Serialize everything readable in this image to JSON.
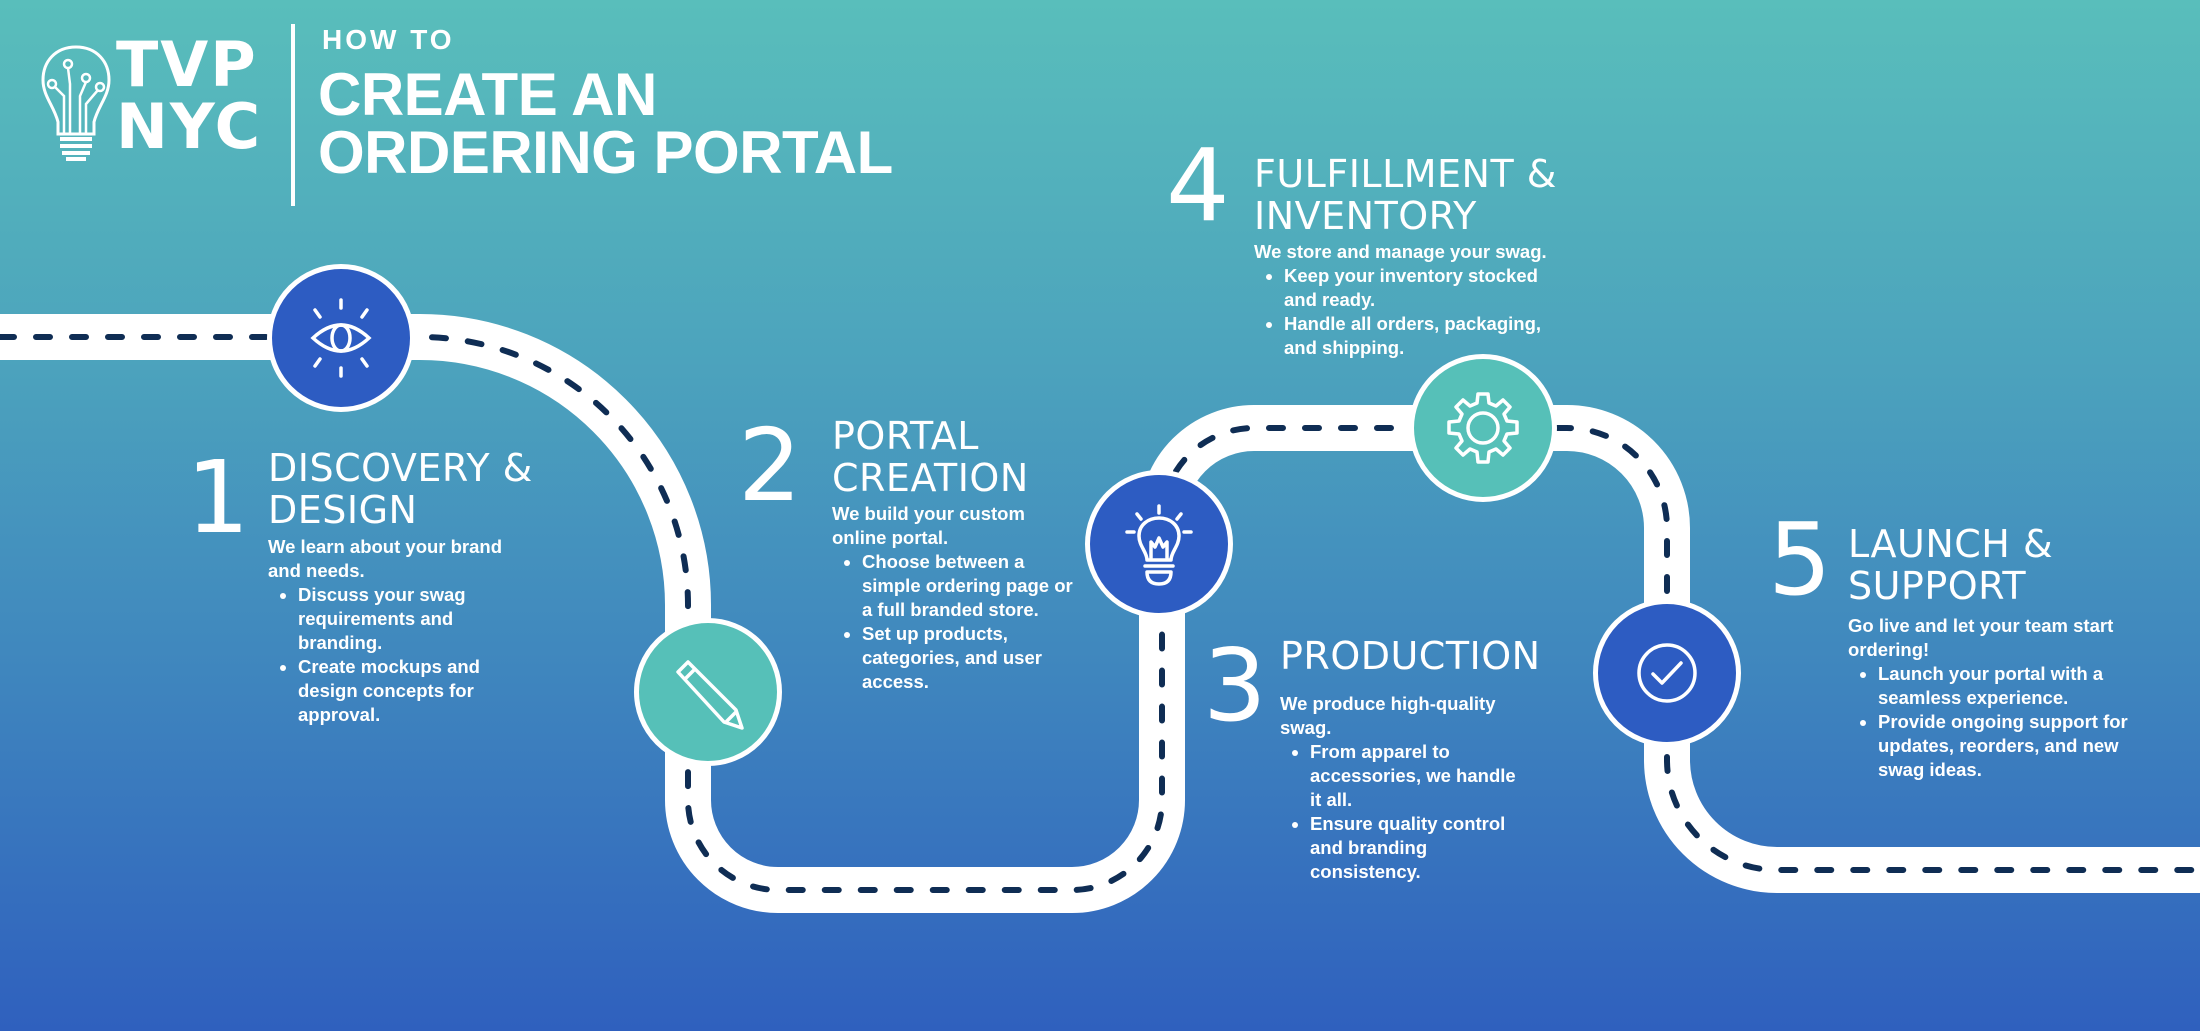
{
  "colors": {
    "bg_top": "#59BEBB",
    "bg_bottom": "#2F60BE",
    "node_blue": "#2D5CC2",
    "node_teal": "#56C0B8",
    "road": "#FFFFFF",
    "road_dash": "#0F2D54"
  },
  "logo": {
    "icon": "lightbulb-circuit-icon",
    "line1": "TVP",
    "line2": "NYC"
  },
  "header": {
    "kicker": "HOW TO",
    "title_line1": "CREATE AN",
    "title_line2": "ORDERING PORTAL"
  },
  "steps": [
    {
      "number": "1",
      "title_line1": "DISCOVERY &",
      "title_line2": "DESIGN",
      "icon": "eye-icon",
      "intro": "We learn about your brand and needs.",
      "bullets": [
        "Discuss your swag requirements and branding.",
        "Create mockups and design concepts for approval."
      ]
    },
    {
      "number": "2",
      "title_line1": "PORTAL",
      "title_line2": "CREATION",
      "icon": "pencil-icon",
      "intro": "We build your custom online portal.",
      "bullets": [
        "Choose between a simple ordering page or a full branded store.",
        "Set up products, categories, and user access."
      ]
    },
    {
      "number": "3",
      "title_line1": "PRODUCTION",
      "title_line2": "",
      "icon": "lightbulb-icon",
      "intro": "We produce high-quality swag.",
      "bullets": [
        "From apparel to accessories, we handle it all.",
        "Ensure quality control and branding consistency."
      ]
    },
    {
      "number": "4",
      "title_line1": "FULFILLMENT &",
      "title_line2": "INVENTORY",
      "icon": "gear-icon",
      "intro": "We store and manage your swag.",
      "bullets": [
        "Keep your inventory stocked and ready.",
        "Handle all orders, packaging, and shipping."
      ]
    },
    {
      "number": "5",
      "title_line1": "LAUNCH &",
      "title_line2": "SUPPORT",
      "icon": "check-circle-icon",
      "intro": "Go live and let your team start ordering!",
      "bullets": [
        "Launch your portal with a seamless experience.",
        "Provide ongoing support for updates, reorders, and new swag ideas."
      ]
    }
  ]
}
